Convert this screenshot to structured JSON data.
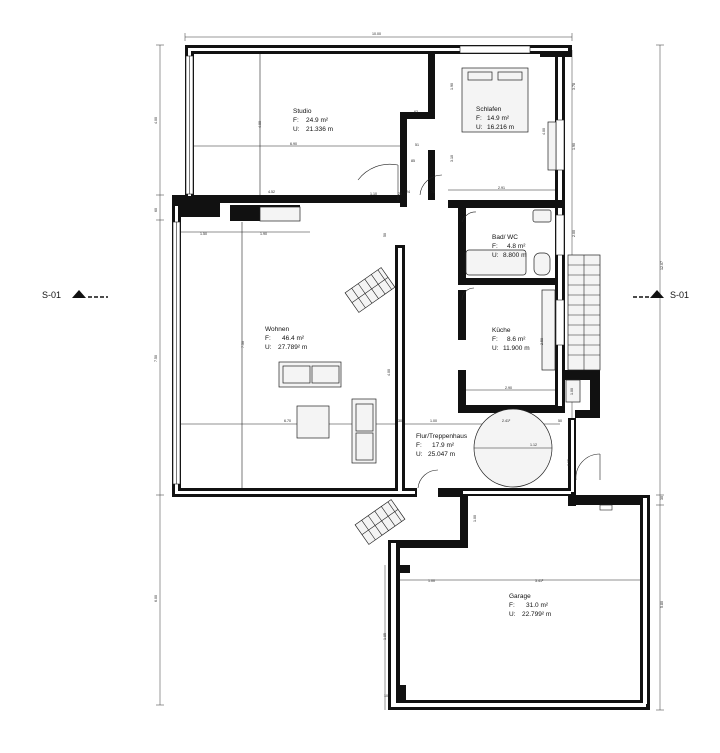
{
  "sections": {
    "left": "S-01",
    "right": "S-01"
  },
  "rooms": [
    {
      "id": "studio",
      "name": "Studio",
      "area_label": "F:",
      "area": "24.9 m²",
      "perimeter_label": "U:",
      "perimeter": "21.336 m"
    },
    {
      "id": "schlafen",
      "name": "Schlafen",
      "area_label": "F:",
      "area": "14.9 m²",
      "perimeter_label": "U:",
      "perimeter": "16.216 m"
    },
    {
      "id": "bad",
      "name": "Bad/ WC",
      "area_label": "F:",
      "area": "4.8 m²",
      "perimeter_label": "U:",
      "perimeter": "8.800 m"
    },
    {
      "id": "kueche",
      "name": "Küche",
      "area_label": "F:",
      "area": "8.6 m²",
      "perimeter_label": "U:",
      "perimeter": "11.900 m"
    },
    {
      "id": "wohnen",
      "name": "Wohnen",
      "area_label": "F:",
      "area": "46.4 m²",
      "perimeter_label": "U:",
      "perimeter": "27.789² m"
    },
    {
      "id": "flur",
      "name": "Flur/Treppenhaus",
      "area_label": "F:",
      "area": "17.9 m²",
      "perimeter_label": "U:",
      "perimeter": "25.047 m"
    },
    {
      "id": "garage",
      "name": "Garage",
      "area_label": "F:",
      "area": "31.0 m²",
      "perimeter_label": "U:",
      "perimeter": "22.799² m"
    }
  ],
  "dimensions": {
    "top_total": "10.00",
    "studio_width": "6.90",
    "studio_bottom": "4.52",
    "studio_height": "4.00",
    "left_studio": "4.00",
    "left_gap": "60",
    "left_wohnen": "7.50",
    "left_garage": "6.00",
    "wohnen_width": "6.70",
    "wohnen_inner": "7.50",
    "wohnen_top_a": "1.50",
    "wohnen_top_b": "1.90",
    "flur_span": "1.00",
    "flur_dim": "2.41²",
    "circle_dim": "1.12",
    "schlafen_dim": "2.91",
    "kueche_dim": "2.90",
    "garage_a": "1.00",
    "garage_b": "3.41²",
    "right_a": "3.78",
    "right_b": "12.07",
    "right_c": "5.80",
    "right_d": "30",
    "vert_a": "1.90",
    "vert_b": "3.10",
    "vert_c": "4.00",
    "vert_d": "1.00",
    "vert_e": "2.00",
    "small_a": "63",
    "small_b": "51",
    "small_c": "85",
    "small_d": "75",
    "small_e": "10",
    "small_f": "24",
    "small_g": "1.10",
    "small_h": "1.00",
    "small_i": "26",
    "small_j": "4.00",
    "small_k": "2.50",
    "small_l": "1.00",
    "small_m": "50",
    "small_n": "1.40",
    "small_o": "2.95",
    "small_p": "1.85",
    "small_q": "1.50"
  }
}
